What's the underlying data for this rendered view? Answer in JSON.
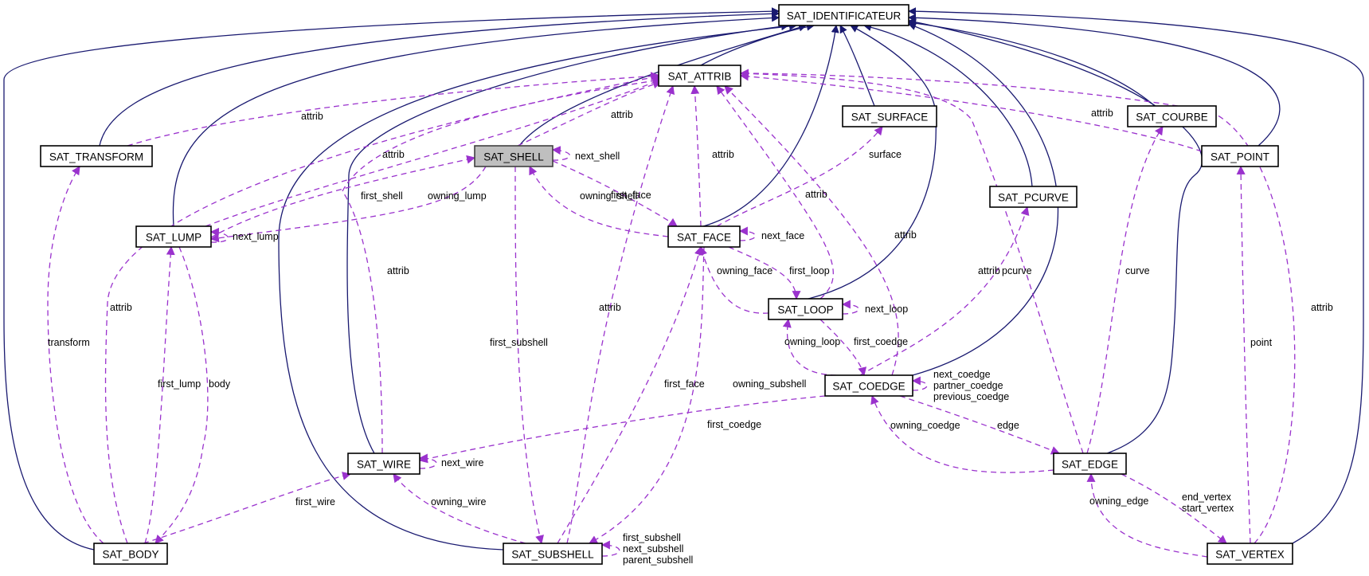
{
  "diagram": {
    "type": "collaboration-graph",
    "colors": {
      "inheritance_edge": "#191970",
      "usage_edge": "#9a32cd",
      "node_border": "#000000",
      "highlight_fill": "#bfbfbf",
      "background": "#ffffff"
    },
    "nodes": [
      {
        "id": "SAT_IDENTIFICATEUR",
        "label": "SAT_IDENTIFICATEUR",
        "highlight": false
      },
      {
        "id": "SAT_ATTRIB",
        "label": "SAT_ATTRIB",
        "highlight": false
      },
      {
        "id": "SAT_SURFACE",
        "label": "SAT_SURFACE",
        "highlight": false
      },
      {
        "id": "SAT_COURBE",
        "label": "SAT_COURBE",
        "highlight": false
      },
      {
        "id": "SAT_POINT",
        "label": "SAT_POINT",
        "highlight": false
      },
      {
        "id": "SAT_TRANSFORM",
        "label": "SAT_TRANSFORM",
        "highlight": false
      },
      {
        "id": "SAT_SHELL",
        "label": "SAT_SHELL",
        "highlight": true
      },
      {
        "id": "SAT_PCURVE",
        "label": "SAT_PCURVE",
        "highlight": false
      },
      {
        "id": "SAT_LUMP",
        "label": "SAT_LUMP",
        "highlight": false
      },
      {
        "id": "SAT_FACE",
        "label": "SAT_FACE",
        "highlight": false
      },
      {
        "id": "SAT_LOOP",
        "label": "SAT_LOOP",
        "highlight": false
      },
      {
        "id": "SAT_COEDGE",
        "label": "SAT_COEDGE",
        "highlight": false
      },
      {
        "id": "SAT_WIRE",
        "label": "SAT_WIRE",
        "highlight": false
      },
      {
        "id": "SAT_EDGE",
        "label": "SAT_EDGE",
        "highlight": false
      },
      {
        "id": "SAT_BODY",
        "label": "SAT_BODY",
        "highlight": false
      },
      {
        "id": "SAT_SUBSHELL",
        "label": "SAT_SUBSHELL",
        "highlight": false
      },
      {
        "id": "SAT_VERTEX",
        "label": "SAT_VERTEX",
        "highlight": false
      }
    ],
    "inheritance": [
      {
        "from": "SAT_ATTRIB",
        "to": "SAT_IDENTIFICATEUR"
      },
      {
        "from": "SAT_SURFACE",
        "to": "SAT_IDENTIFICATEUR"
      },
      {
        "from": "SAT_COURBE",
        "to": "SAT_IDENTIFICATEUR"
      },
      {
        "from": "SAT_POINT",
        "to": "SAT_IDENTIFICATEUR"
      },
      {
        "from": "SAT_TRANSFORM",
        "to": "SAT_IDENTIFICATEUR"
      },
      {
        "from": "SAT_SHELL",
        "to": "SAT_IDENTIFICATEUR"
      },
      {
        "from": "SAT_PCURVE",
        "to": "SAT_IDENTIFICATEUR"
      },
      {
        "from": "SAT_LUMP",
        "to": "SAT_IDENTIFICATEUR"
      },
      {
        "from": "SAT_FACE",
        "to": "SAT_IDENTIFICATEUR"
      },
      {
        "from": "SAT_LOOP",
        "to": "SAT_IDENTIFICATEUR"
      },
      {
        "from": "SAT_COEDGE",
        "to": "SAT_IDENTIFICATEUR"
      },
      {
        "from": "SAT_WIRE",
        "to": "SAT_IDENTIFICATEUR"
      },
      {
        "from": "SAT_EDGE",
        "to": "SAT_IDENTIFICATEUR"
      },
      {
        "from": "SAT_BODY",
        "to": "SAT_IDENTIFICATEUR"
      },
      {
        "from": "SAT_SUBSHELL",
        "to": "SAT_IDENTIFICATEUR"
      },
      {
        "from": "SAT_VERTEX",
        "to": "SAT_IDENTIFICATEUR"
      }
    ],
    "usage": [
      {
        "from": "SAT_TRANSFORM",
        "to": "SAT_ATTRIB",
        "label": "attrib"
      },
      {
        "from": "SAT_SHELL",
        "to": "SAT_ATTRIB",
        "label": "attrib"
      },
      {
        "from": "SAT_LUMP",
        "to": "SAT_ATTRIB",
        "label": "attrib"
      },
      {
        "from": "SAT_FACE",
        "to": "SAT_ATTRIB",
        "label": "attrib"
      },
      {
        "from": "SAT_LOOP",
        "to": "SAT_ATTRIB",
        "label": "attrib"
      },
      {
        "from": "SAT_COEDGE",
        "to": "SAT_ATTRIB",
        "label": "attrib"
      },
      {
        "from": "SAT_WIRE",
        "to": "SAT_ATTRIB",
        "label": "attrib"
      },
      {
        "from": "SAT_EDGE",
        "to": "SAT_ATTRIB",
        "label": "attrib"
      },
      {
        "from": "SAT_BODY",
        "to": "SAT_ATTRIB",
        "label": "attrib"
      },
      {
        "from": "SAT_SUBSHELL",
        "to": "SAT_ATTRIB",
        "label": "attrib"
      },
      {
        "from": "SAT_VERTEX",
        "to": "SAT_ATTRIB",
        "label": "attrib"
      },
      {
        "from": "SAT_POINT",
        "to": "SAT_ATTRIB",
        "label": "attrib"
      },
      {
        "from": "SAT_SHELL",
        "to": "SAT_SHELL",
        "label": "next_shell"
      },
      {
        "from": "SAT_FACE",
        "to": "SAT_SHELL",
        "label": "owning_shell"
      },
      {
        "from": "SAT_LUMP",
        "to": "SAT_SHELL",
        "label": "first_shell"
      },
      {
        "from": "SAT_SHELL",
        "to": "SAT_LUMP",
        "label": "owning_lump"
      },
      {
        "from": "SAT_LUMP",
        "to": "SAT_LUMP",
        "label": "next_lump"
      },
      {
        "from": "SAT_SHELL",
        "to": "SAT_FACE",
        "label": "first_face"
      },
      {
        "from": "SAT_FACE",
        "to": "SAT_SURFACE",
        "label": "surface"
      },
      {
        "from": "SAT_FACE",
        "to": "SAT_FACE",
        "label": "next_face"
      },
      {
        "from": "SAT_LOOP",
        "to": "SAT_FACE",
        "label": "owning_face"
      },
      {
        "from": "SAT_FACE",
        "to": "SAT_LOOP",
        "label": "first_loop"
      },
      {
        "from": "SAT_LOOP",
        "to": "SAT_LOOP",
        "label": "next_loop"
      },
      {
        "from": "SAT_COEDGE",
        "to": "SAT_LOOP",
        "label": "owning_loop"
      },
      {
        "from": "SAT_LOOP",
        "to": "SAT_COEDGE",
        "label": "first_coedge"
      },
      {
        "from": "SAT_COEDGE",
        "to": "SAT_COEDGE",
        "label": "next_coedge\npartner_coedge\nprevious_coedge"
      },
      {
        "from": "SAT_COEDGE",
        "to": "SAT_PCURVE",
        "label": "pcurve"
      },
      {
        "from": "SAT_EDGE",
        "to": "SAT_COURBE",
        "label": "curve"
      },
      {
        "from": "SAT_VERTEX",
        "to": "SAT_POINT",
        "label": "point"
      },
      {
        "from": "SAT_BODY",
        "to": "SAT_TRANSFORM",
        "label": "transform"
      },
      {
        "from": "SAT_BODY",
        "to": "SAT_LUMP",
        "label": "first_lump"
      },
      {
        "from": "SAT_LUMP",
        "to": "SAT_BODY",
        "label": "body"
      },
      {
        "from": "SAT_SHELL",
        "to": "SAT_SUBSHELL",
        "label": "first_subshell"
      },
      {
        "from": "SAT_SUBSHELL",
        "to": "SAT_FACE",
        "label": "first_face"
      },
      {
        "from": "SAT_FACE",
        "to": "SAT_SUBSHELL",
        "label": "owning_subshell"
      },
      {
        "from": "SAT_WIRE",
        "to": "SAT_COEDGE",
        "label": "first_coedge"
      },
      {
        "from": "SAT_WIRE",
        "to": "SAT_WIRE",
        "label": "next_wire"
      },
      {
        "from": "SAT_SUBSHELL",
        "to": "SAT_WIRE",
        "label": "owning_wire"
      },
      {
        "from": "SAT_BODY",
        "to": "SAT_WIRE",
        "label": "first_wire"
      },
      {
        "from": "SAT_SUBSHELL",
        "to": "SAT_SUBSHELL",
        "label": "first_subshell\nnext_subshell\nparent_subshell"
      },
      {
        "from": "SAT_EDGE",
        "to": "SAT_COEDGE",
        "label": "owning_coedge"
      },
      {
        "from": "SAT_COEDGE",
        "to": "SAT_EDGE",
        "label": "edge"
      },
      {
        "from": "SAT_VERTEX",
        "to": "SAT_EDGE",
        "label": "owning_edge"
      },
      {
        "from": "SAT_EDGE",
        "to": "SAT_VERTEX",
        "label": "end_vertex\nstart_vertex"
      }
    ]
  }
}
